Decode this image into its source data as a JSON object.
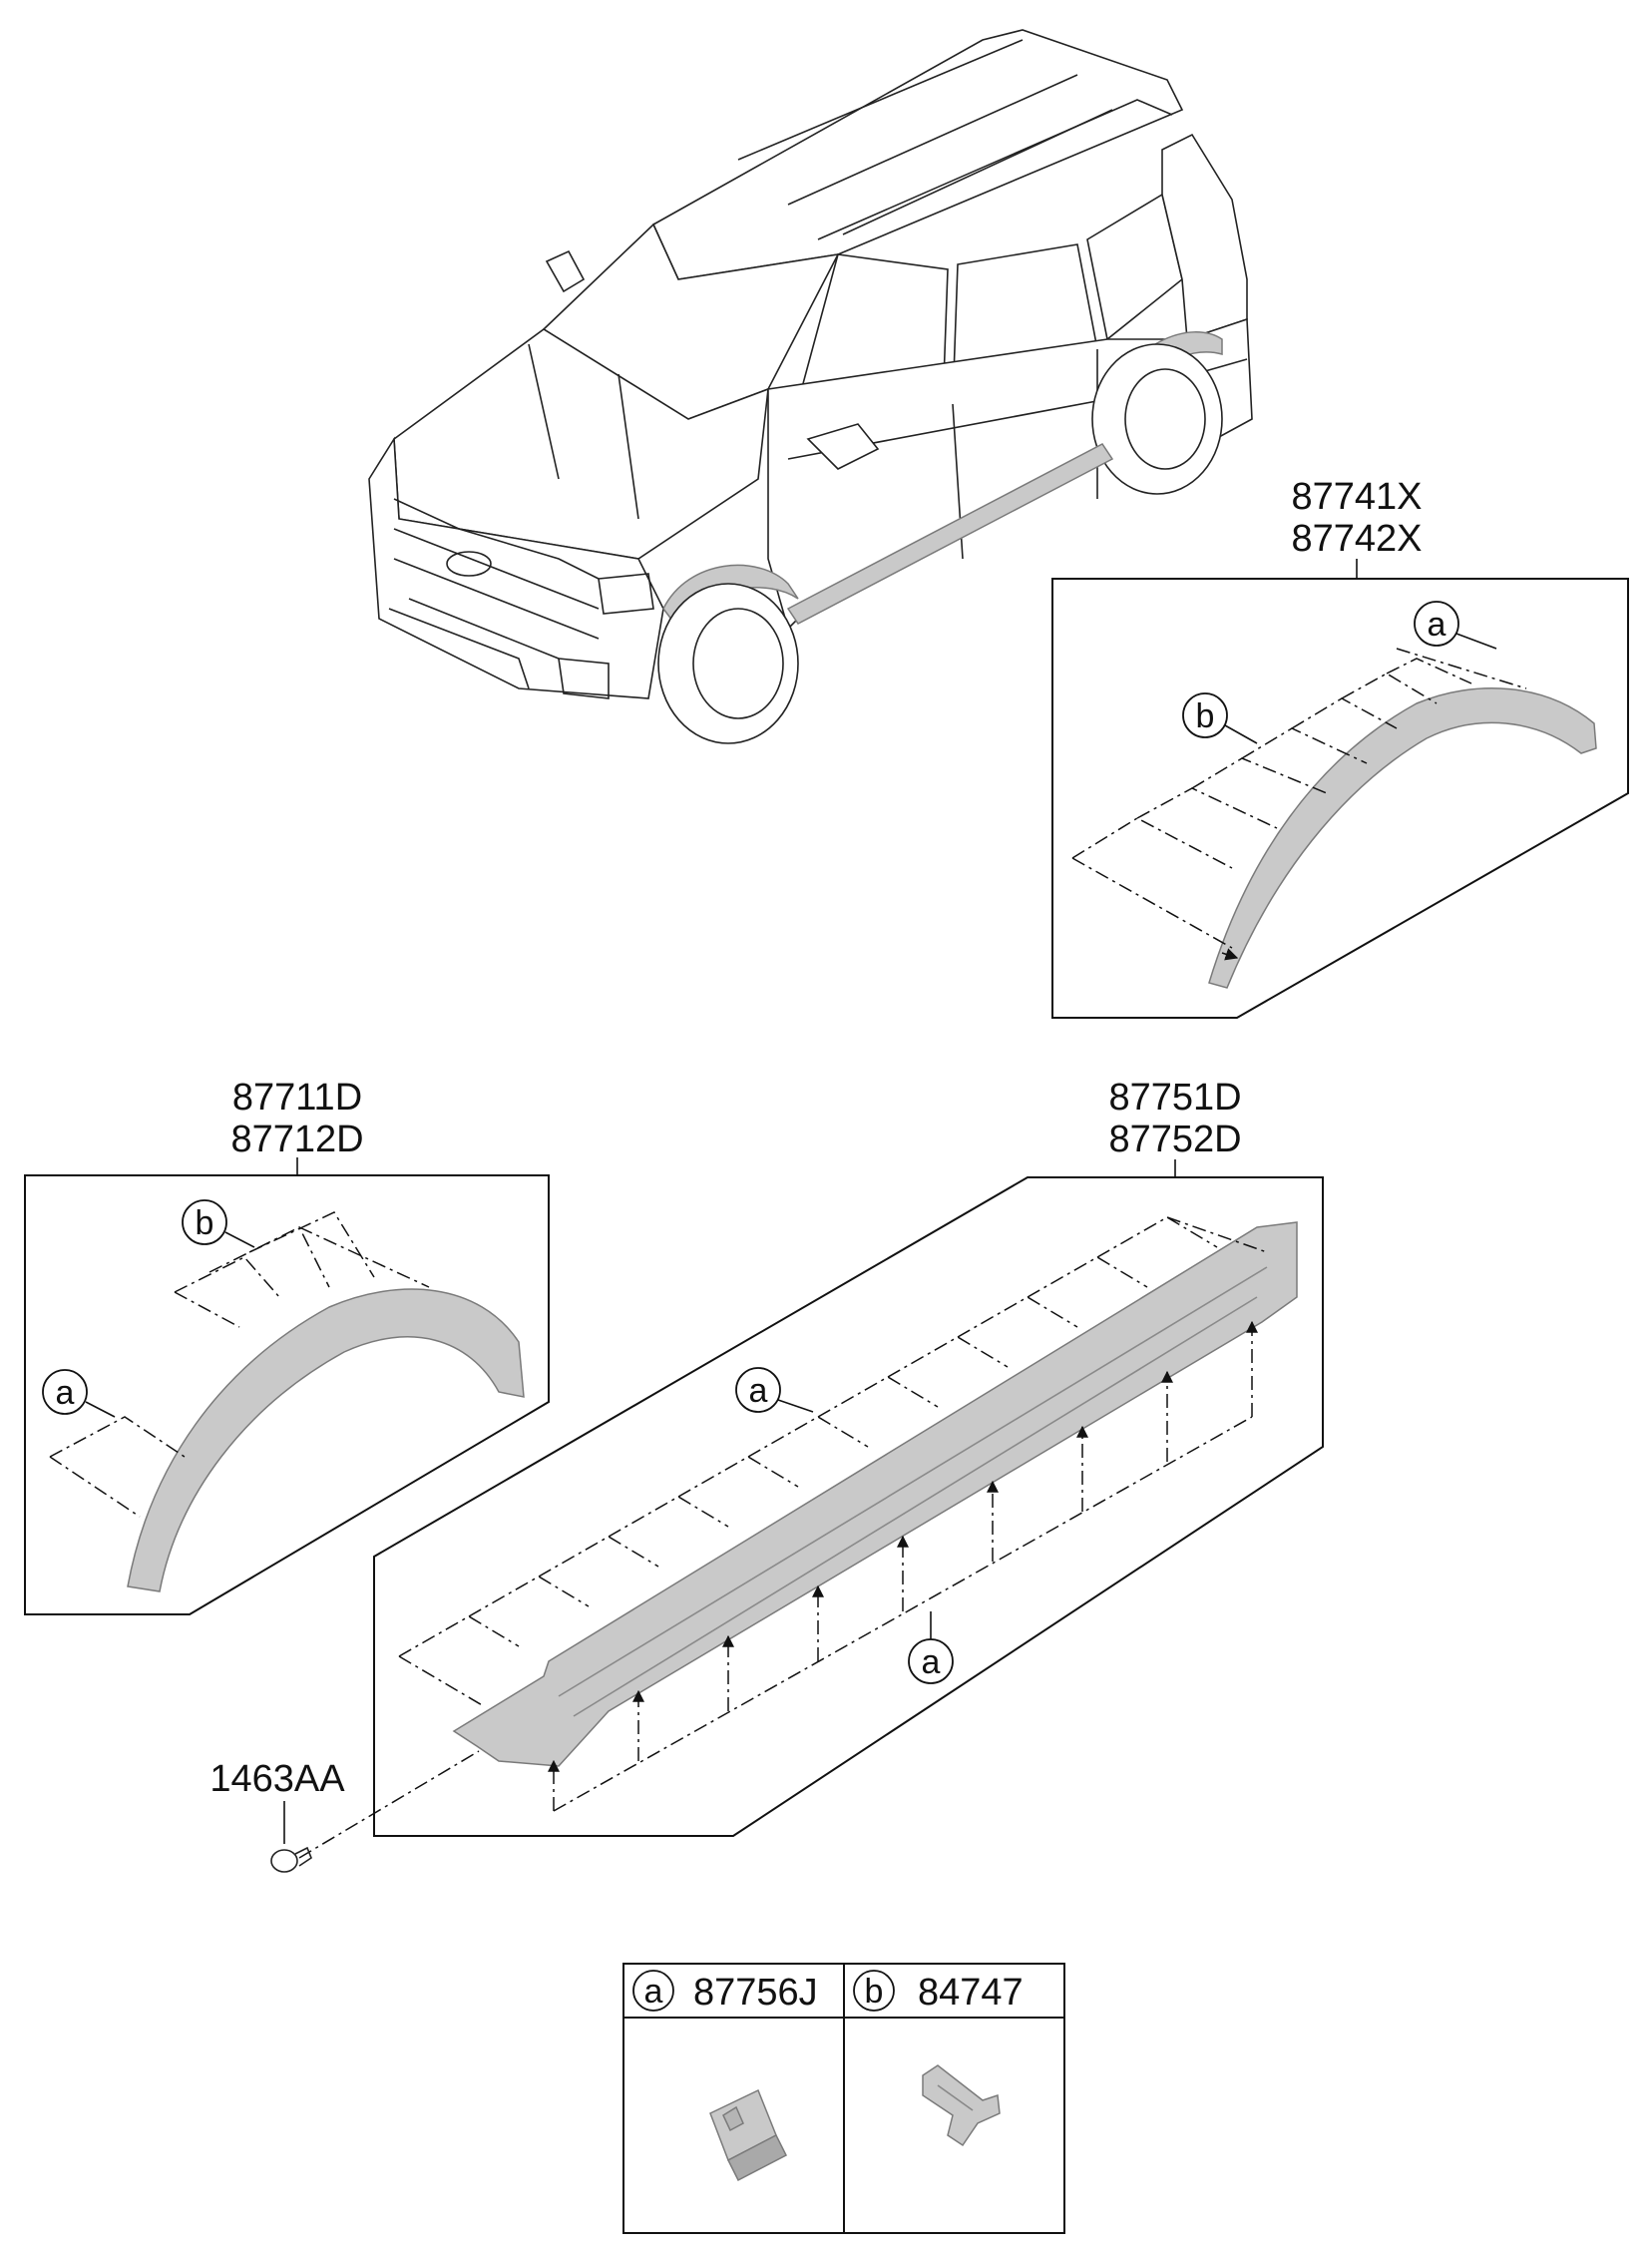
{
  "callouts": {
    "flare_rear": {
      "line1": "87741X",
      "line2": "87742X"
    },
    "flare_front": {
      "line1": "87711D",
      "line2": "87712D"
    },
    "side_sill": {
      "line1": "87751D",
      "line2": "87752D"
    },
    "screw": "1463AA"
  },
  "markers": {
    "a": "a",
    "b": "b"
  },
  "legend": {
    "a": {
      "marker": "a",
      "part": "87756J"
    },
    "b": {
      "marker": "b",
      "part": "84747"
    }
  }
}
